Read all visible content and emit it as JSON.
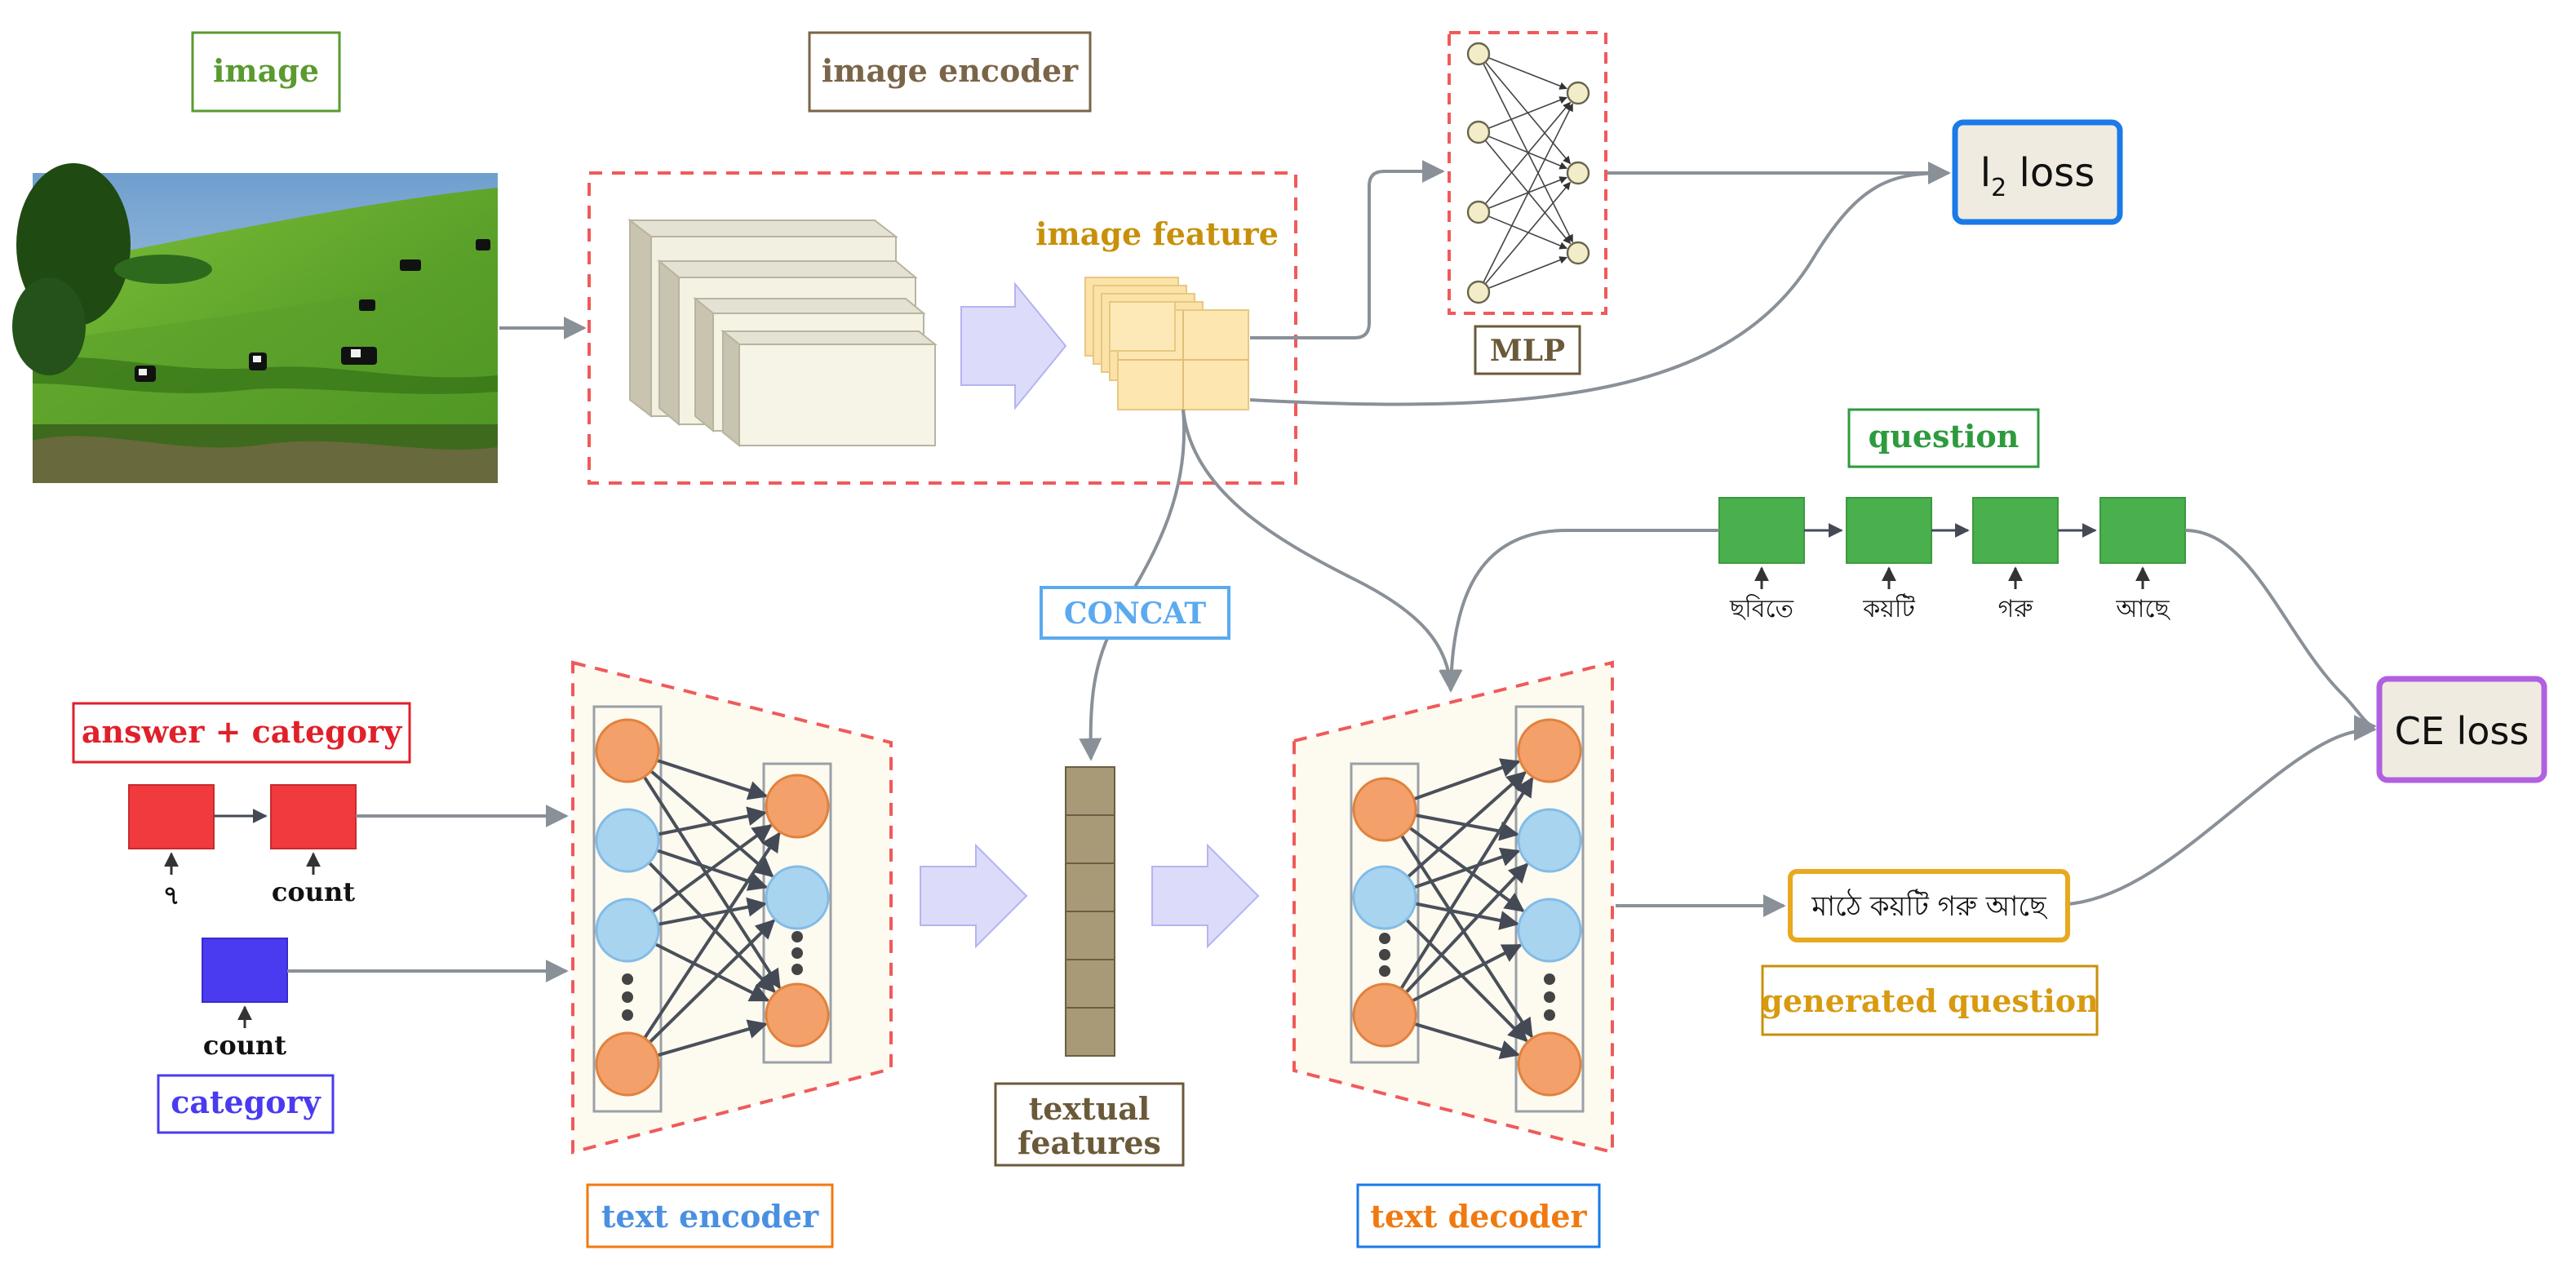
{
  "labels": {
    "image": "image",
    "image_encoder": "image encoder",
    "image_feature": "image feature",
    "mlp": "MLP",
    "l2_loss_main": "l",
    "l2_loss_sub": "2",
    "l2_loss_tail": " loss",
    "question": "question",
    "concat": "CONCAT",
    "answer_category": "answer + category",
    "category": "category",
    "textual_features_line1": "textual",
    "textual_features_line2": "features",
    "text_encoder": "text encoder",
    "text_decoder": "text decoder",
    "ce_loss": "CE loss",
    "generated_question": "generated question",
    "generated_question_text": "মাঠে কয়টি গরু আছে"
  },
  "question_tokens": [
    "ছবিতে",
    "কয়টি",
    "গরু",
    "আছে"
  ],
  "answer_tokens": [
    "৭",
    "count"
  ],
  "category_token": "count",
  "colors": {
    "image_label": "#5a9a2f",
    "image_encoder_label": "#7a6548",
    "image_feature_label": "#c8900a",
    "mlp_label": "#6b5a3a",
    "question_label": "#2e9a3e",
    "concat_label": "#5aaaf0",
    "answer_category_label": "#e0202a",
    "category_label": "#4a3af0",
    "textual_features_label": "#6b5a3a",
    "text_encoder_label": "#4a90e0",
    "text_decoder_label": "#f07a10",
    "generated_question_label": "#d89a10",
    "dashed_red": "#f05a5a",
    "l2_border": "#1a7ae8",
    "ce_border": "#b060e0",
    "green_token": "#4ab04e",
    "red_token": "#f03a3e",
    "blue_token": "#4a3af0",
    "orange_node": "#f4a06a",
    "blue_node": "#a8d4f0",
    "arrow_gray": "#8a9098",
    "fat_arrow": "#dcdcfa"
  }
}
